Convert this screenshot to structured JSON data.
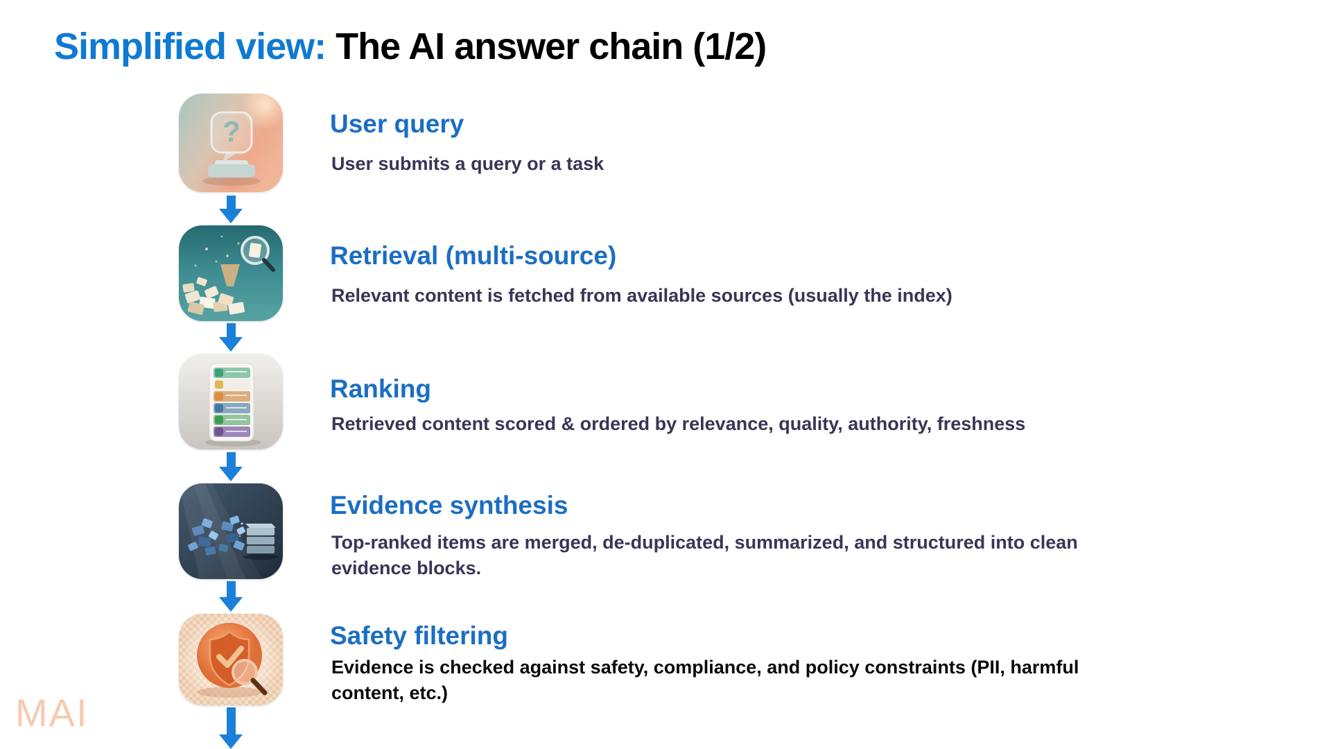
{
  "slide": {
    "title": {
      "prefix": "Simplified view: ",
      "rest": "The AI answer chain (1/2)"
    },
    "watermark": "MAI",
    "colors": {
      "title_blue": "#0e7ad3",
      "heading_blue": "#1b6ec2",
      "body_text": "#3b3456",
      "safety_body_text": "#0a0a0a",
      "arrow_blue": "#1b80da",
      "watermark_peach": "#f6cbb0"
    },
    "steps": [
      {
        "icon": "question-mark-icon",
        "icon_glyph": "?",
        "heading": "User query",
        "description": "User submits a query or a task"
      },
      {
        "icon": "magnifier-papers-icon",
        "heading": "Retrieval (multi-source)",
        "description": "Relevant content is fetched from available sources (usually the index)"
      },
      {
        "icon": "checklist-icon",
        "heading": "Ranking",
        "description": "Retrieved content scored & ordered by relevance, quality, authority, freshness"
      },
      {
        "icon": "merge-blocks-icon",
        "heading": "Evidence synthesis",
        "description": "Top-ranked items are merged, de-duplicated, summarized, and structured into clean evidence blocks."
      },
      {
        "icon": "shield-check-magnifier-icon",
        "heading": "Safety filtering",
        "description": "Evidence is checked against safety, compliance, and policy constraints (PII, harmful content, etc.)"
      }
    ]
  }
}
